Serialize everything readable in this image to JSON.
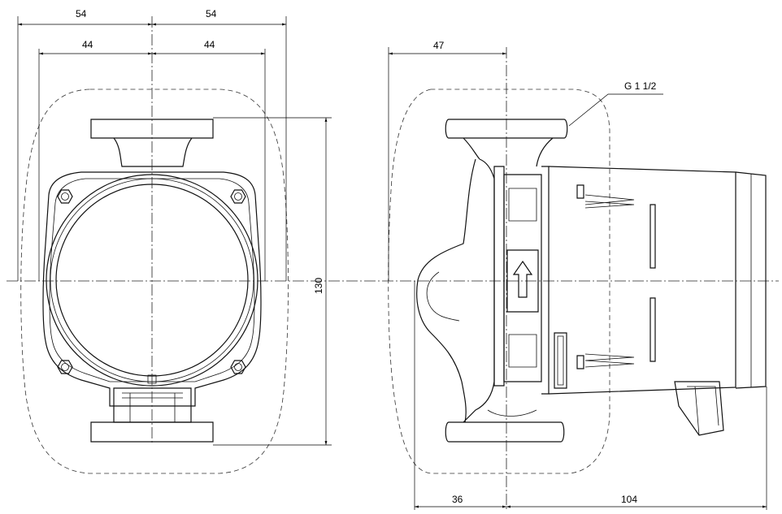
{
  "front_view": {
    "dim_top_left": "54",
    "dim_top_right": "54",
    "dim_inner_left": "44",
    "dim_inner_right": "44",
    "dim_height": "130"
  },
  "side_view": {
    "dim_top": "47",
    "thread_label": "G 1 1/2",
    "dim_bottom_left": "36",
    "dim_bottom_right": "104"
  }
}
